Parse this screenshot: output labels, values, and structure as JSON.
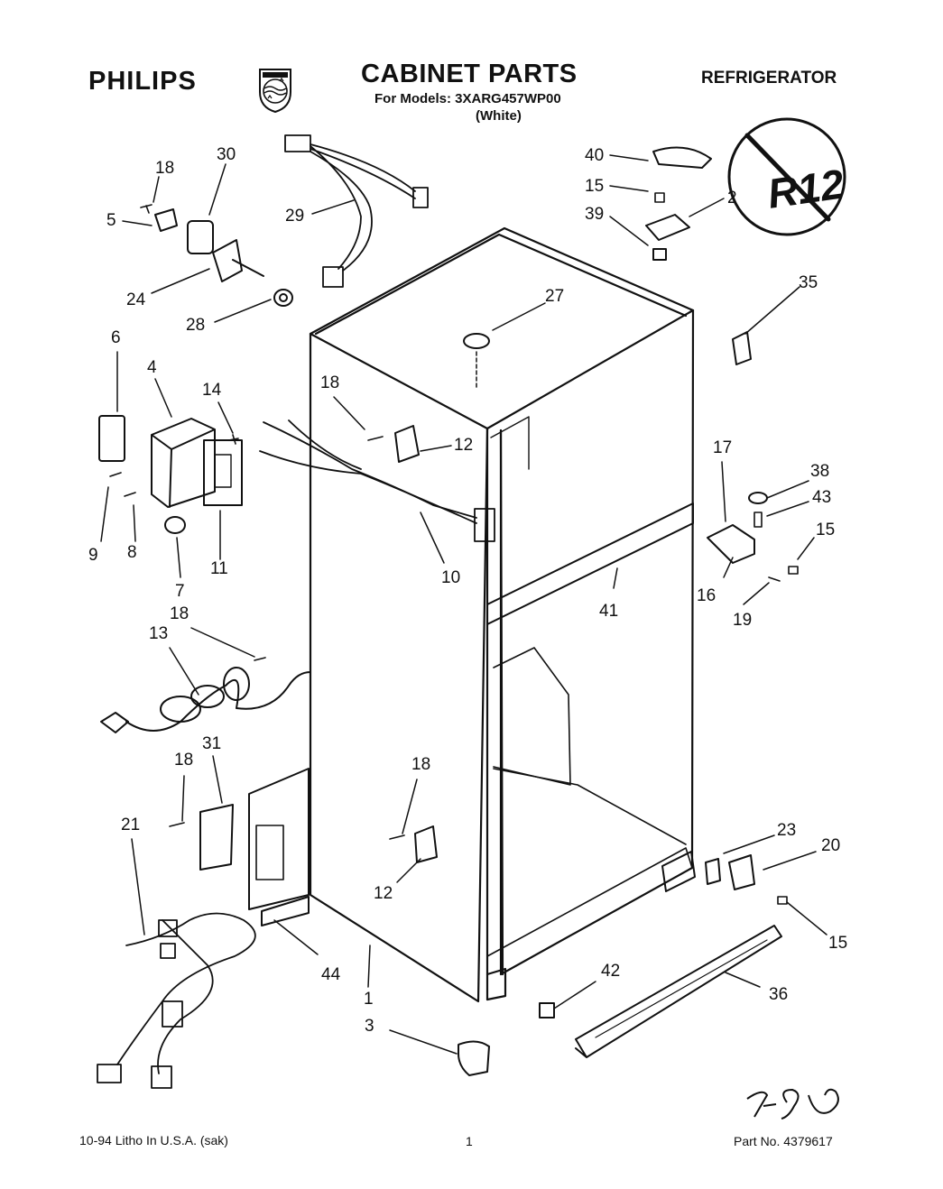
{
  "header": {
    "brand": "PHILIPS",
    "title": "CABINET PARTS",
    "models_line": "For Models: 3XARG457WP00",
    "color_line": "(White)",
    "category": "REFRIGERATOR",
    "no_r12_mark": "R12"
  },
  "footer": {
    "litho": "10-94 Litho In U.S.A. (sak)",
    "page": "1",
    "part_no": "Part No. 4379617"
  },
  "callouts": [
    "1",
    "2",
    "3",
    "4",
    "5",
    "6",
    "7",
    "8",
    "9",
    "10",
    "11",
    "12",
    "12",
    "13",
    "14",
    "15",
    "15",
    "15",
    "16",
    "17",
    "18",
    "18",
    "18",
    "18",
    "18",
    "19",
    "20",
    "21",
    "23",
    "24",
    "27",
    "28",
    "29",
    "30",
    "31",
    "35",
    "36",
    "38",
    "39",
    "40",
    "41",
    "42",
    "43",
    "44"
  ],
  "signature": "7-96"
}
